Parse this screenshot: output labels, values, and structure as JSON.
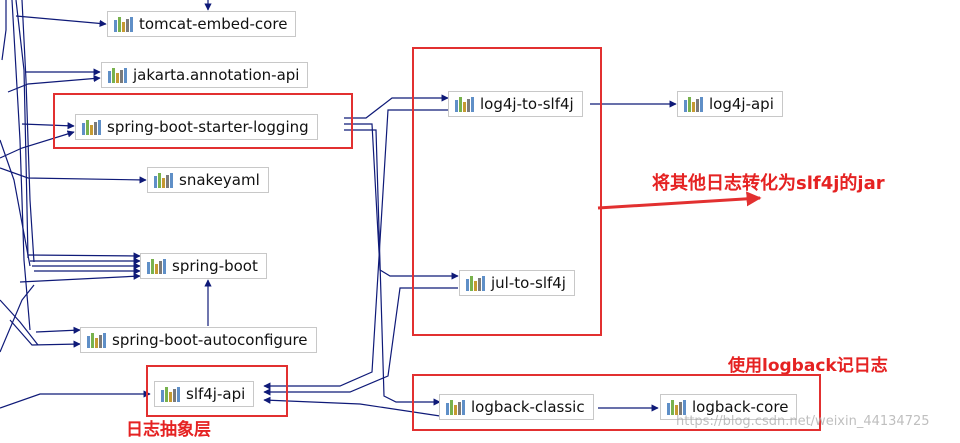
{
  "nodes": {
    "tomcat": "tomcat-embed-core",
    "jakarta": "jakarta.annotation-api",
    "starter_logging": "spring-boot-starter-logging",
    "snakeyaml": "snakeyaml",
    "spring_boot": "spring-boot",
    "autoconfigure": "spring-boot-autoconfigure",
    "slf4j_api": "slf4j-api",
    "log4j_to_slf4j": "log4j-to-slf4j",
    "log4j_api": "log4j-api",
    "jul_to_slf4j": "jul-to-slf4j",
    "logback_classic": "logback-classic",
    "logback_core": "logback-core"
  },
  "annotations": {
    "convert": "将其他日志转化为slf4j的jar",
    "use_logback": "使用logback记日志",
    "abstraction": "日志抽象层"
  },
  "watermark": "https://blog.csdn.net/weixin_44134725",
  "colors": {
    "edge": "#0f1a78",
    "highlight": "#e23030",
    "annotation": "#e52222"
  }
}
